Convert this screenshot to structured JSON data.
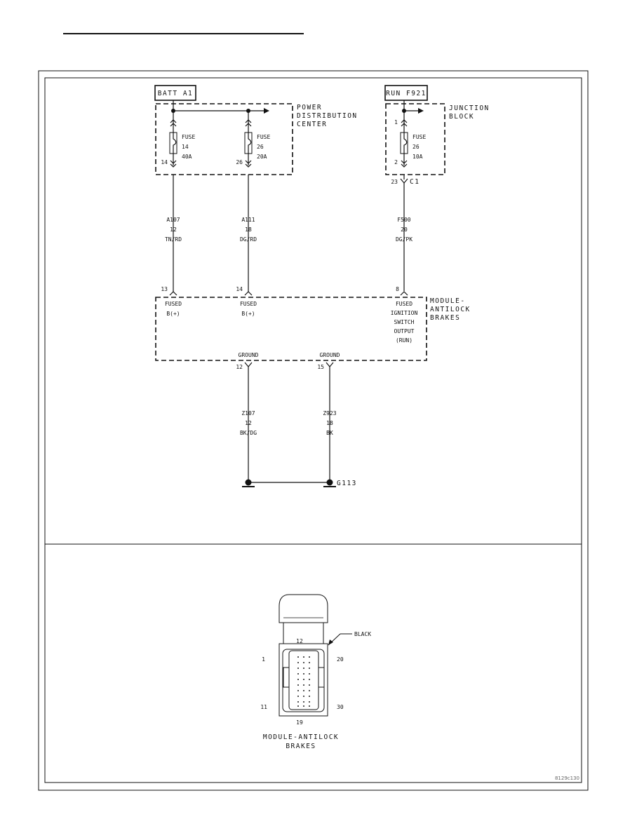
{
  "sources": {
    "batt": "BATT A1",
    "run": "RUN F921"
  },
  "pdc": {
    "name_l1": "POWER",
    "name_l2": "DISTRIBUTION",
    "name_l3": "CENTER",
    "fuse1": {
      "label": "FUSE",
      "num": "14",
      "amp": "40A",
      "pin": "14"
    },
    "fuse2": {
      "label": "FUSE",
      "num": "26",
      "amp": "20A",
      "pin": "26"
    }
  },
  "jb": {
    "name_l1": "JUNCTION",
    "name_l2": "BLOCK",
    "pin_top": "1",
    "fuse": {
      "label": "FUSE",
      "num": "26",
      "amp": "10A"
    },
    "pin_bottom": "2",
    "connector_pin": "23",
    "connector": "C1"
  },
  "wires": {
    "a107": {
      "circuit": "A107",
      "gauge": "12",
      "color": "TN/RD"
    },
    "a111": {
      "circuit": "A111",
      "gauge": "18",
      "color": "DG/RD"
    },
    "f500": {
      "circuit": "F500",
      "gauge": "20",
      "color": "DG/PK"
    },
    "z107": {
      "circuit": "Z107",
      "gauge": "12",
      "color": "BK/DG"
    },
    "z923": {
      "circuit": "Z923",
      "gauge": "18",
      "color": "BK"
    }
  },
  "module": {
    "name_l1": "MODULE-",
    "name_l2": "ANTILOCK",
    "name_l3": "BRAKES",
    "pin13": "13",
    "pin14": "14",
    "pin8": "8",
    "pin12": "12",
    "pin15": "15",
    "fused1_l1": "FUSED",
    "fused1_l2": "B(+)",
    "fused2_l1": "FUSED",
    "fused2_l2": "B(+)",
    "ign_l1": "FUSED",
    "ign_l2": "IGNITION",
    "ign_l3": "SWITCH",
    "ign_l4": "OUTPUT",
    "ign_l5": "(RUN)",
    "ground1": "GROUND",
    "ground2": "GROUND"
  },
  "ground": {
    "label": "G113"
  },
  "connector_view": {
    "color_label": "BLACK",
    "pin_top": "12",
    "pin_left_top": "1",
    "pin_right_top": "20",
    "pin_left_bottom": "11",
    "pin_right_bottom": "30",
    "pin_bottom": "19",
    "caption_l1": "MODULE-ANTILOCK",
    "caption_l2": "BRAKES"
  },
  "figure_id": "8129c130"
}
